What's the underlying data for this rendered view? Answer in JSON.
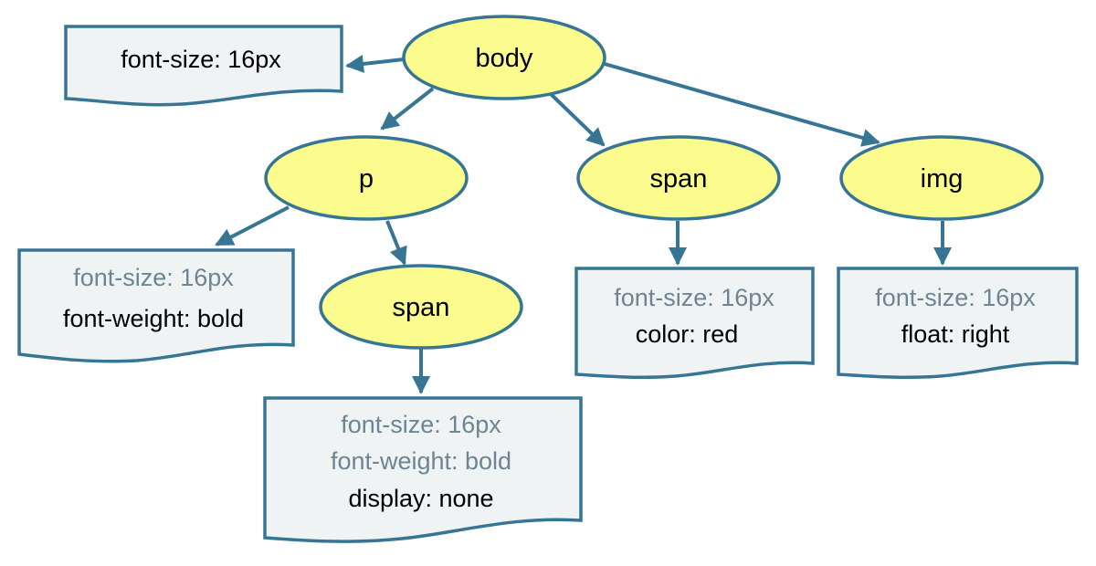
{
  "diagram": {
    "colors": {
      "edge": "#367594",
      "element_fill": "#fcfc8e",
      "style_box_fill": "#eff3f4",
      "inherited_text": "#6d8593",
      "own_text": "#000000"
    },
    "nodes": {
      "body": {
        "label": "body"
      },
      "p": {
        "label": "p"
      },
      "span_top": {
        "label": "span"
      },
      "img": {
        "label": "img"
      },
      "span_child": {
        "label": "span"
      }
    },
    "styles": {
      "body": {
        "own": [
          "font-size: 16px"
        ]
      },
      "p": {
        "inherited": [
          "font-size: 16px"
        ],
        "own": [
          "font-weight: bold"
        ]
      },
      "span_child": {
        "inherited": [
          "font-size: 16px",
          "font-weight: bold"
        ],
        "own": [
          "display: none"
        ]
      },
      "span_top": {
        "inherited": [
          "font-size: 16px"
        ],
        "own": [
          "color: red"
        ]
      },
      "img": {
        "inherited": [
          "font-size: 16px"
        ],
        "own": [
          "float: right"
        ]
      }
    },
    "edges": [
      {
        "from": "body",
        "to": "body-style"
      },
      {
        "from": "body",
        "to": "p"
      },
      {
        "from": "body",
        "to": "span_top"
      },
      {
        "from": "body",
        "to": "img"
      },
      {
        "from": "p",
        "to": "p-style"
      },
      {
        "from": "p",
        "to": "span_child"
      },
      {
        "from": "span_child",
        "to": "span_child-style"
      },
      {
        "from": "span_top",
        "to": "span_top-style"
      },
      {
        "from": "img",
        "to": "img-style"
      }
    ]
  }
}
